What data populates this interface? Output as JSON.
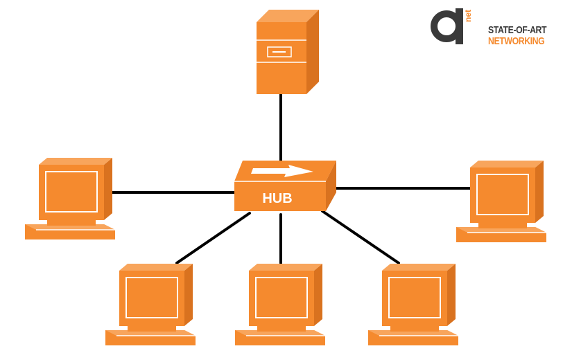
{
  "logo": {
    "mark_letter": "a",
    "mark_suffix": "net",
    "line1": "STATE-OF-ART",
    "line2": "NETWORKING"
  },
  "hub": {
    "label": "HUB"
  },
  "colors": {
    "device_fill": "#f58a2e",
    "device_dark": "#d9721f",
    "device_inner": "#fbe3cf",
    "link": "#000000",
    "logo_dark": "#3a3a3a",
    "logo_accent": "#f58a2e"
  },
  "devices": [
    {
      "id": "server",
      "type": "server-icon"
    },
    {
      "id": "pc-left",
      "type": "computer-icon"
    },
    {
      "id": "pc-right",
      "type": "computer-icon"
    },
    {
      "id": "pc-bottom-left",
      "type": "computer-icon"
    },
    {
      "id": "pc-bottom-center",
      "type": "computer-icon"
    },
    {
      "id": "pc-bottom-right",
      "type": "computer-icon"
    }
  ]
}
